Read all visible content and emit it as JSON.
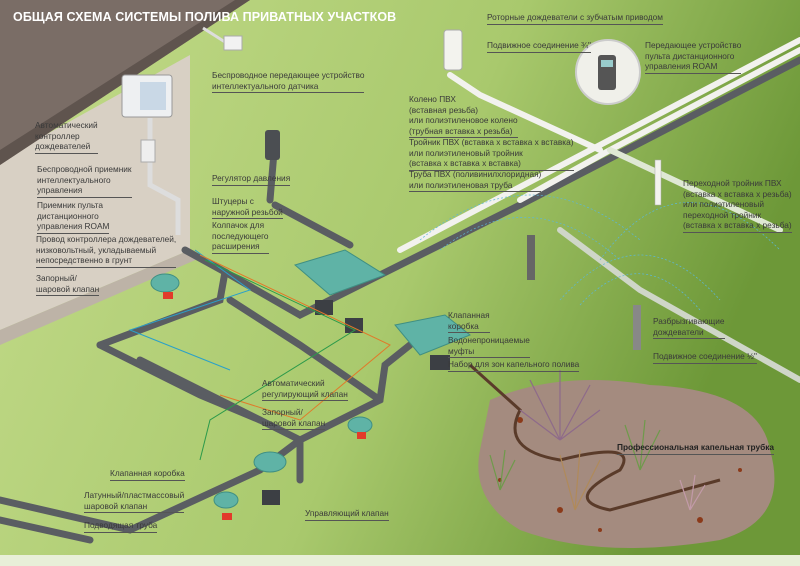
{
  "title": "ОБЩАЯ СХЕМА СИСТЕМЫ ПОЛИВА ПРИВАТНЫХ УЧАСТКОВ",
  "colors": {
    "lawn": "#b9d47e",
    "lawn_dark": "#6e9a3a",
    "roof": "#7a6d66",
    "wall": "#d8d0c4",
    "pipe": "#5a5d62",
    "pvc": "#f2f2ee",
    "valve_box": "#5fb3a6",
    "soil": "#a48b7f"
  },
  "labels": {
    "sensor": [
      "Беспроводное передающее устройство",
      "интеллектуального датчика"
    ],
    "controller": [
      "Автоматический",
      "контроллер",
      "дождевателей"
    ],
    "receiver": [
      "Беспроводной приемник",
      "интеллектуального",
      "управления"
    ],
    "roam_receiver": [
      "Приемник пульта",
      "дистанционного",
      "управления ROAM"
    ],
    "wire": [
      "Провод контроллера дождевателей,",
      "низковольтный, укладываемый",
      "непосредственно в грунт"
    ],
    "shutoff_top": [
      "Запорный/",
      "шаровой клапан"
    ],
    "pressure": [
      "Регулятор давления"
    ],
    "fittings": [
      "Штуцеры с",
      "наружной резьбой"
    ],
    "cap": [
      "Колпачок для",
      "последующего",
      "расширения"
    ],
    "rotors": [
      "Роторные дождеватели с зубчатым приводом"
    ],
    "swing34": [
      "Подвижное соединение ¾\""
    ],
    "roam_tx": [
      "Передающее устройство",
      "пульта дистанционного",
      "управления ROAM"
    ],
    "elbow": [
      "Колено ПВХ",
      "(вставная резьба)",
      "или полиэтиленовое колено",
      "(трубная вставка х резьба)"
    ],
    "tee": [
      "Тройник ПВХ (вставка х вставка х вставка)",
      "или полиэтиленовый тройник",
      "(вставка х вставка х вставка)"
    ],
    "pipe": [
      "Труба ПВХ (поливинилхлоридная)",
      "или полиэтиленовая труба"
    ],
    "reducing_tee": [
      "Переходной тройник ПВХ",
      "(вставка х вставка х резьба)",
      "или полиэтиленовый",
      "переходной тройник",
      "(вставка х вставка х резьба)"
    ],
    "valve_box_right": [
      "Клапанная",
      "коробка"
    ],
    "waterproof": [
      "Водонепроницаемые",
      "муфты"
    ],
    "drip_kit": [
      "Набор для зон капельного полива"
    ],
    "sprays": [
      "Разбрызгивающие",
      "дождеватели"
    ],
    "swing12": [
      "Подвижное соединение ½\""
    ],
    "auto_valve": [
      "Автоматический",
      "регулирующий клапан"
    ],
    "shutoff_mid": [
      "Запорный/",
      "шаровой клапан"
    ],
    "drip_tube": [
      "Профессиональная капельная трубка"
    ],
    "control_valve": [
      "Управляющий клапан"
    ],
    "valve_box_left": [
      "Клапанная коробка"
    ],
    "brass_valve": [
      "Латунный/пластмассовый",
      "шаровой клапан"
    ],
    "supply": [
      "Подводящая труба"
    ]
  }
}
